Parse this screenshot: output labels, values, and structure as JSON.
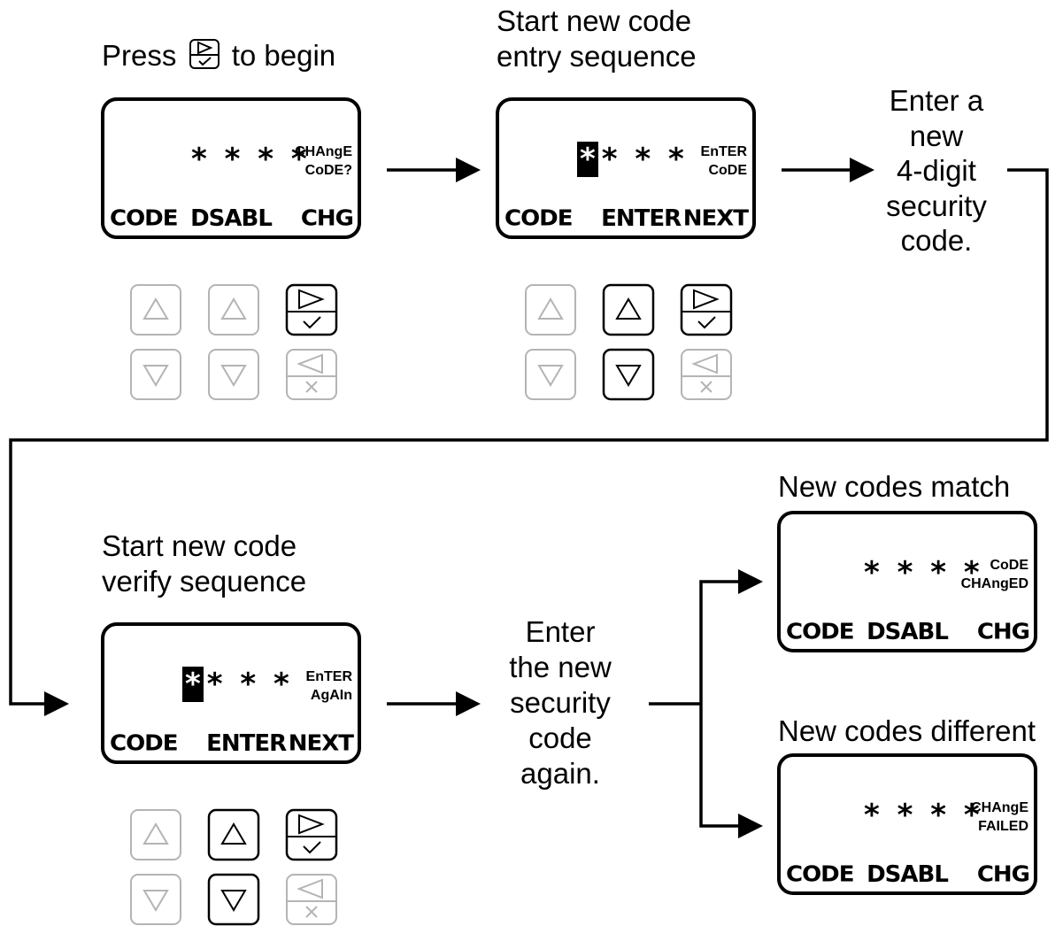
{
  "steps": {
    "step1_label": {
      "press": "Press",
      "to_begin": "to begin"
    },
    "step2_label": [
      "Start new code",
      "entry sequence"
    ],
    "step3_label": [
      "Enter a",
      "new",
      "4-digit",
      "security",
      "code."
    ],
    "step4_label": [
      "Start new code",
      "verify sequence"
    ],
    "step5_label": [
      "Enter",
      "the new",
      "security",
      "code",
      "again."
    ],
    "match_label": "New codes match",
    "different_label": "New codes different"
  },
  "screens": {
    "change_code": {
      "stars": "* * * *",
      "msg1": "CHAngE",
      "msg2": "CoDE?",
      "soft": [
        "CODE",
        "DSABL",
        "CHG"
      ]
    },
    "enter_code": {
      "cursor": "*",
      "stars": "* * *",
      "msg1": "EnTER",
      "msg2": "CoDE",
      "soft": [
        "CODE",
        "ENTER",
        "NEXT"
      ]
    },
    "enter_again": {
      "cursor": "*",
      "stars": "* * *",
      "msg1": "EnTER",
      "msg2": "AgAIn",
      "soft": [
        "CODE",
        "ENTER",
        "NEXT"
      ]
    },
    "code_changed": {
      "stars": "* * * *",
      "msg1": "CoDE",
      "msg2": "CHAngED",
      "soft": [
        "CODE",
        "DSABL",
        "CHG"
      ]
    },
    "change_failed": {
      "stars": "* * * *",
      "msg1": "CHAngE",
      "msg2": "FAILED",
      "soft": [
        "CODE",
        "DSABL",
        "CHG"
      ]
    }
  },
  "keypads": [
    {
      "name": "keypad-1",
      "active": [
        "enter"
      ]
    },
    {
      "name": "keypad-2",
      "active": [
        "up",
        "down",
        "enter"
      ]
    },
    {
      "name": "keypad-3",
      "active": [
        "up",
        "down",
        "enter"
      ]
    }
  ],
  "icons": [
    "up-arrow-icon",
    "down-arrow-icon",
    "enter-check-icon",
    "back-cancel-icon",
    "flow-arrow-icon"
  ],
  "colors": {
    "active": "#000000",
    "inactive": "#b4b4b4",
    "background": "#ffffff"
  }
}
